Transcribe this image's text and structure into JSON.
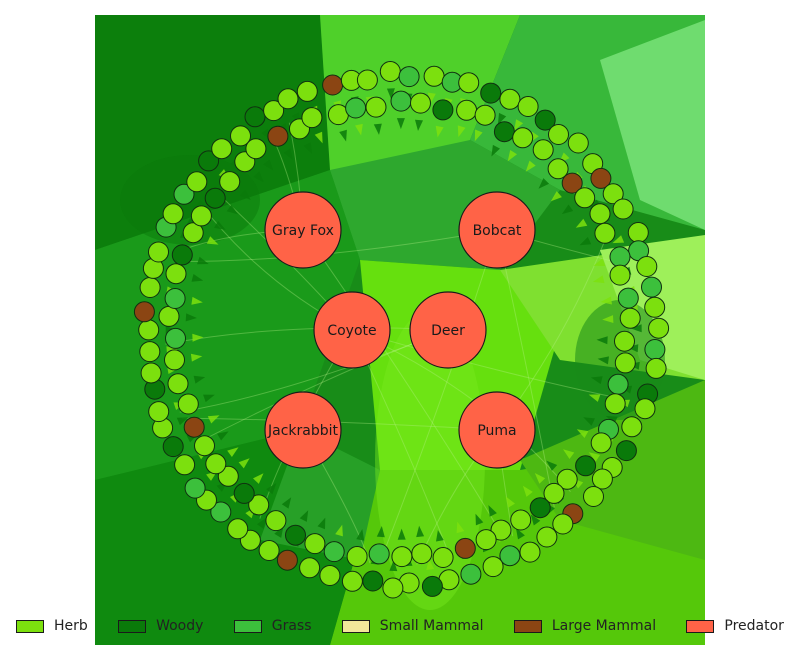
{
  "colors": {
    "herb": "#7ce00e",
    "woody": "#0a7a0a",
    "grass": "#3cc03c",
    "small_mammal": "#f2e79a",
    "large_mammal": "#8b4513",
    "predator": "#ff6347"
  },
  "hubs": [
    {
      "name": "Gray Fox"
    },
    {
      "name": "Bobcat"
    },
    {
      "name": "Coyote"
    },
    {
      "name": "Deer"
    },
    {
      "name": "Jackrabbit"
    },
    {
      "name": "Puma"
    }
  ],
  "legend": [
    {
      "label": "Herb",
      "color": "#7ce00e"
    },
    {
      "label": "Woody",
      "color": "#0a7a0a"
    },
    {
      "label": "Grass",
      "color": "#3cc03c"
    },
    {
      "label": "Small Mammal",
      "color": "#f2e79a"
    },
    {
      "label": "Large Mammal",
      "color": "#8b4513"
    },
    {
      "label": "Predator",
      "color": "#ff6347"
    }
  ]
}
